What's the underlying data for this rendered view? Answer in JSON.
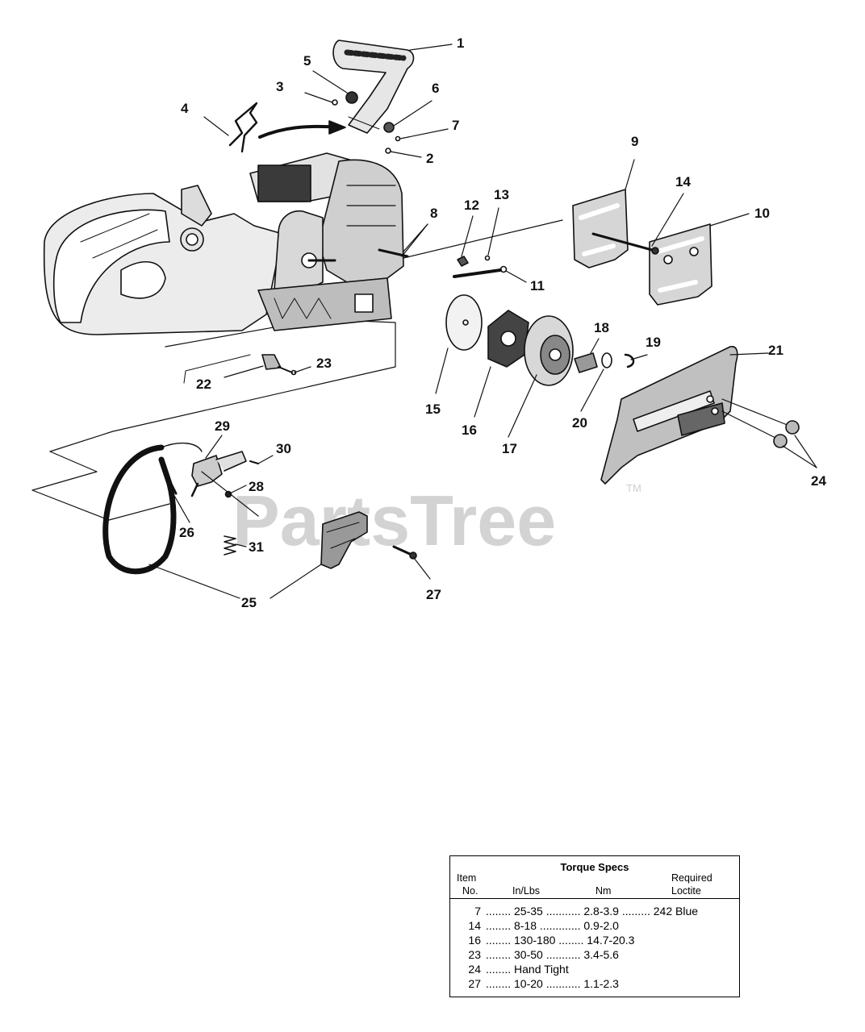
{
  "callouts": [
    "1",
    "2",
    "3",
    "4",
    "5",
    "6",
    "7",
    "8",
    "9",
    "10",
    "11",
    "12",
    "13",
    "14",
    "15",
    "16",
    "17",
    "18",
    "19",
    "20",
    "21",
    "22",
    "23",
    "24",
    "25",
    "26",
    "27",
    "28",
    "29",
    "30",
    "31"
  ],
  "watermark": {
    "text": "PartsTree",
    "trademark": "TM"
  },
  "torque_specs": {
    "title": "Torque Specs",
    "header_item_line1": "Item",
    "header_item_line2": "No.",
    "header_inlbs": "In/Lbs",
    "header_nm": "Nm",
    "header_loctite_line1": "Required",
    "header_loctite_line2": "Loctite",
    "rows": [
      {
        "item": "7",
        "rest": "........ 25-35 ........... 2.8-3.9 ......... 242 Blue"
      },
      {
        "item": "14",
        "rest": "........ 8-18 ............. 0.9-2.0"
      },
      {
        "item": "16",
        "rest": "........ 130-180 ........ 14.7-20.3"
      },
      {
        "item": "23",
        "rest": "........ 30-50 ........... 3.4-5.6"
      },
      {
        "item": "24",
        "rest": "........ Hand Tight"
      },
      {
        "item": "27",
        "rest": "........ 10-20 ........... 1.1-2.3"
      }
    ]
  }
}
